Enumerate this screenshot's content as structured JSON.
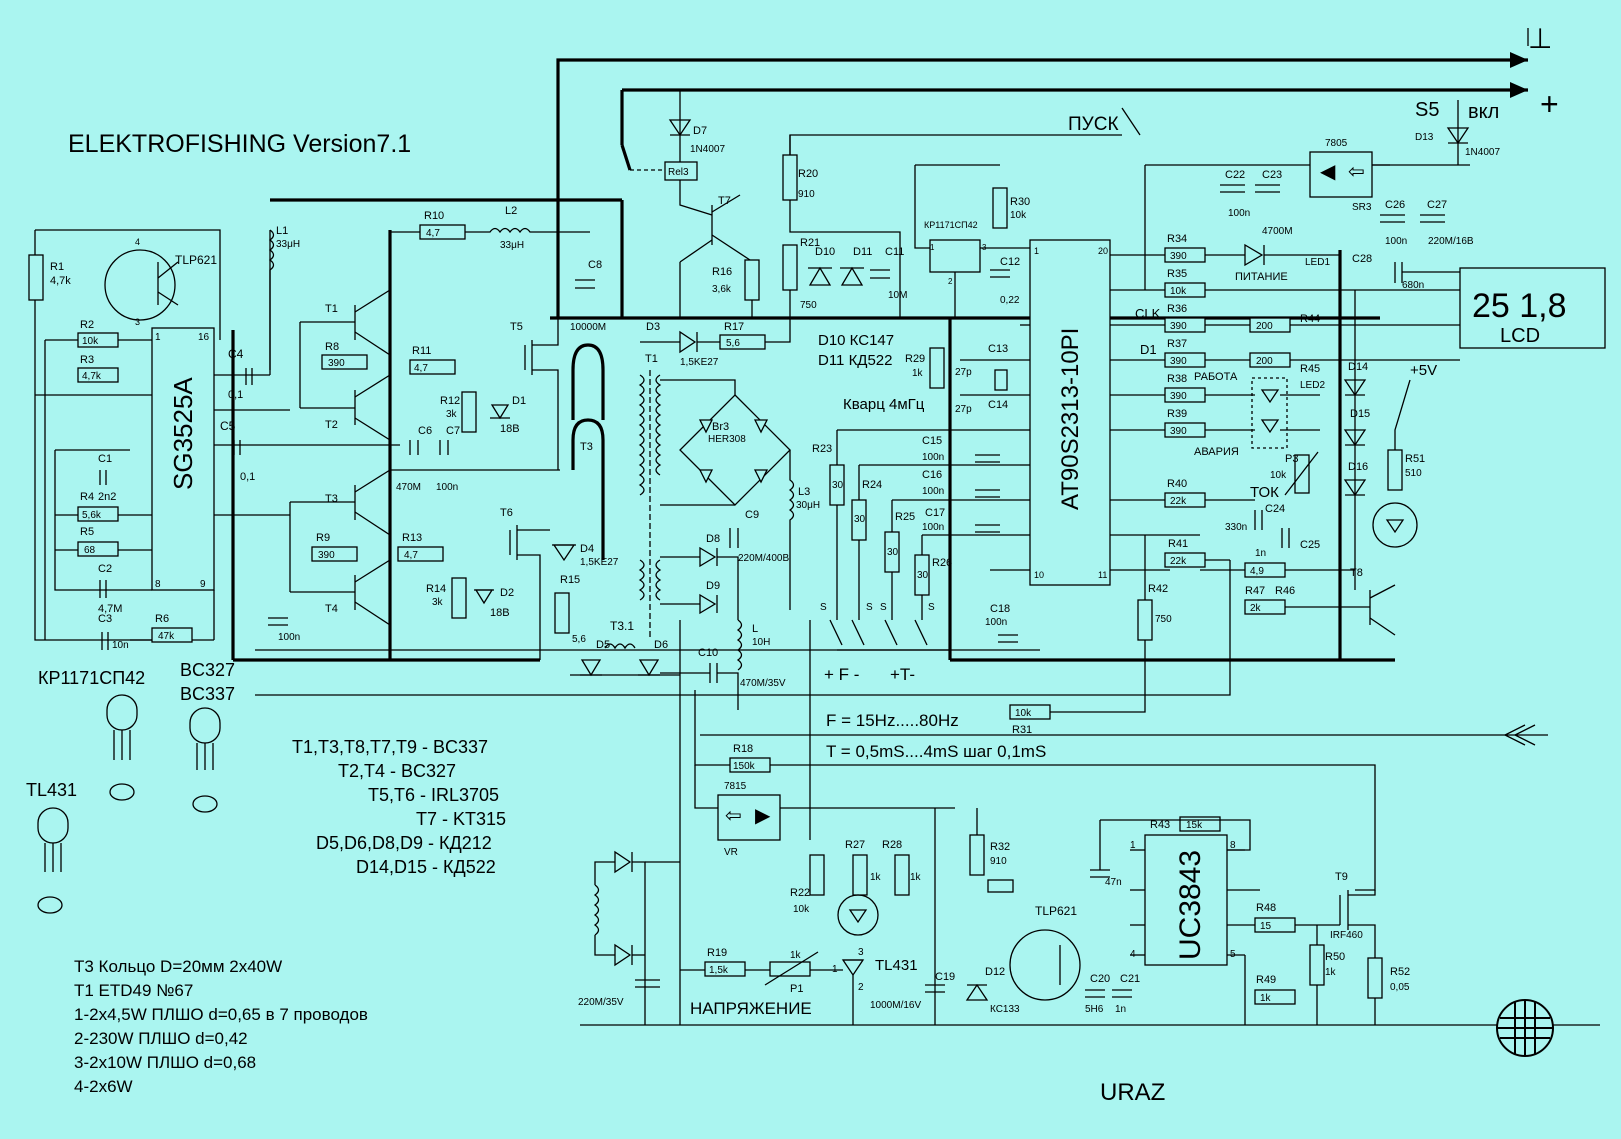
{
  "colors": {
    "background": "#aaf5f0",
    "ink": "#000000"
  },
  "title": "ELEKTROFISHING   Version7.1",
  "author": "URAZ",
  "ics": {
    "sg": "SG3525A",
    "mcu": "AT90S2313-10PI",
    "pwm": "UC3843",
    "reg_5v": "7805",
    "reg_15v": "7815",
    "reg_15v_sub": "VR",
    "sr": "SR3",
    "kr": "КР1171СП42",
    "tl431": "TL431"
  },
  "pins": {
    "sg_1": "1",
    "sg_16": "16",
    "sg_8": "8",
    "sg_9": "9",
    "mcu_1": "1",
    "mcu_20": "20",
    "mcu_10": "10",
    "mcu_11": "11",
    "uc_1": "1",
    "uc_8": "8",
    "uc_4": "4",
    "uc_5": "5",
    "kr_1": "1",
    "kr_2": "2",
    "kr_3": "3",
    "tlp_4": "4",
    "tlp_3": "3",
    "tl_1": "1",
    "tl_2": "2",
    "tl_3": "3"
  },
  "lcd": {
    "value": "25  1,8",
    "label": "LCD"
  },
  "power_labels": {
    "minus": "⊥",
    "plus": "+",
    "s5": "S5",
    "vkl": "вкл",
    "pusk": "ПУСК",
    "plus5v": "+5V"
  },
  "labels": {
    "r1": "R1",
    "r1v": "4,7k",
    "r2": "R2",
    "r2v": "10k",
    "r3": "R3",
    "r3v": "4,7k",
    "c1": "C1",
    "r4": "R4",
    "r4v1": "2n2",
    "r4v2": "5,6k",
    "r5": "R5",
    "r5v": "68",
    "c2": "C2",
    "c2v": "4,7M",
    "c3": "C3",
    "c3v": "10n",
    "r6": "R6",
    "r6v": "47k",
    "c4": "C4",
    "c4v": "0,1",
    "c5": "C5",
    "c5v": "0,1",
    "l1": "L1",
    "l1v": "33μH",
    "tlp621": "TLP621",
    "r10": "R10",
    "r10v": "4,7",
    "l2": "L2",
    "l2v": "33μH",
    "t1": "T1",
    "t2": "T2",
    "t3": "T3",
    "t4": "T4",
    "t5": "T5",
    "t6": "T6",
    "t7": "T7",
    "t8": "T8",
    "t9": "T9",
    "r8": "R8",
    "r8v": "390",
    "r11": "R11",
    "r11v": "4,7",
    "r12": "R12",
    "r12v": "3k",
    "d1": "D1",
    "d1v": "18В",
    "c6": "C6",
    "c6v": "470M",
    "c7": "C7",
    "c7v": "100n",
    "r9": "R9",
    "r9v": "390",
    "r13": "R13",
    "r13v": "4,7",
    "r14": "R14",
    "r14v": "3k",
    "d2": "D2",
    "d2v": "18В",
    "c8": "C8",
    "c8v": "10000M",
    "c100n": "100n",
    "d7": "D7",
    "d7v": "1N4007",
    "rel": "Rel3",
    "r16": "R16",
    "r16v": "3,6k",
    "r17": "R17",
    "r17v": "5,6",
    "d3": "D3",
    "d3v": "1,5KE27",
    "d4": "D4",
    "d4v": "1,5KE27",
    "r15": "R15",
    "tr1": "T1",
    "tr3": "T3",
    "br3": "Br3",
    "br3v": "HER308",
    "l3": "L3",
    "l3v": "30μH",
    "c9": "C9",
    "c9v": "220M/400В",
    "d8": "D8",
    "d9": "D9",
    "l": "L",
    "lv": "10H",
    "c10": "C10",
    "c10v": "470M/35V",
    "d5": "D5",
    "d5v": "5,6",
    "t31": "T3.1",
    "d6": "D6",
    "r20": "R20",
    "r20v": "910",
    "r21": "R21",
    "r21v": "750",
    "d10": "D10",
    "d11": "D11",
    "c11": "C11",
    "c11v": "10M",
    "d10note": "D10 КС147",
    "d11note": "D11 КД522",
    "r29": "R29",
    "r29v": "1k",
    "c13": "C13",
    "c14": "C14",
    "c27p1": "27p",
    "c27p2": "27p",
    "quartz": "Кварц 4мГц",
    "r30": "R30",
    "r30v": "10k",
    "c12": "C12",
    "c12v": "0,22",
    "c22": "C22",
    "c23": "C23",
    "c22v": "100n",
    "r23": "R23",
    "r23v": "30",
    "r24": "R24",
    "r24v": "30",
    "r25": "R25",
    "r25v": "30",
    "r26": "R26",
    "r26v": "30",
    "c15": "C15",
    "c15v": "100n",
    "c16": "C16",
    "c16v": "100n",
    "c17": "C17",
    "c17v": "100n",
    "c18": "C18",
    "c18v": "100n",
    "s": "S",
    "fbtn": "+ F -",
    "tbtn": "+T-",
    "r34": "R34",
    "r34v": "390",
    "r35": "R35",
    "r35v": "10k",
    "r36": "R36",
    "r36v": "390",
    "clk": "CLK",
    "r37": "R37",
    "r37v": "390",
    "d1sig": "D1",
    "r38": "R38",
    "r38v": "390",
    "r39": "R39",
    "r39v": "390",
    "r44": "R44",
    "r44v": "200",
    "r45": "R45",
    "r45v": "200",
    "rabota": "РАБОТА",
    "avaria": "АВАРИЯ",
    "led2": "LED2",
    "led1": "LED1",
    "pitanie": "ПИТАНИЕ",
    "led1v": "4700M",
    "c26": "C26",
    "c26v": "100n",
    "c27": "C27",
    "c27v": "220M/16В",
    "c28": "C28",
    "c28v": "680n",
    "d13": "D13",
    "d13v": "1N4007",
    "d14": "D14",
    "d15": "D15",
    "d16": "D16",
    "r51": "R51",
    "r51v": "510",
    "p3": "P3",
    "p3v": "10k",
    "tok": "ТОК",
    "r40": "R40",
    "r40v": "22k",
    "c24": "C24",
    "c24v": "330n",
    "c25": "C25",
    "c25v": "1n",
    "r41": "R41",
    "r41v": "22k",
    "r42": "R42",
    "r42v": "750",
    "r47": "R47",
    "r46": "R46",
    "r46v": "2k",
    "r49v": "4,9",
    "r31": "R31",
    "r31v": "10k",
    "r18": "R18",
    "r18v": "150k",
    "r22": "R22",
    "r22v": "10k",
    "r27": "R27",
    "r28": "R28",
    "r27v": "1k",
    "r28v": "1k",
    "r19": "R19",
    "r19v": "1,5k",
    "p1": "P1",
    "p1v": "1k",
    "napr": "НАПРЯЖЕНИЕ",
    "c19": "C19",
    "c19v": "1000M/16V",
    "vr220": "220M/35V",
    "r32": "R32",
    "r32v": "910",
    "d12": "D12",
    "d12v": "КС133",
    "c20": "C20",
    "c20v": "5Н6",
    "c21": "C21",
    "c21v": "1n",
    "r43": "R43",
    "r43v": "15k",
    "c47": "47n",
    "r48": "R48",
    "r48v": "15",
    "r49": "R49",
    "r49v2": "1k",
    "irf": "IRF460",
    "r50": "R50",
    "r50v": "1k",
    "r52": "R52",
    "r52v": "0,05"
  },
  "freq": "F = 15Hz.....80Hz",
  "period": "T = 0,5mS....4mS  шаг 0,1mS",
  "pkg": {
    "kr": "КР1171СП42",
    "bc327": "BC327",
    "bc337": "BC337",
    "tl431": "TL431"
  },
  "legend": [
    "T1,T3,T8,T7,T9 - BC337",
    "T2,T4 - BC327",
    "T5,T6 - IRL3705",
    "T7 - KT315",
    "D5,D6,D8,D9 - КД212",
    "D14,D15 - КД522"
  ],
  "notes": [
    "T3  Кольцо D=20мм  2х40W",
    "T1 ETD49 №67",
    "1-2х4,5W ПЛШО d=0,65 в 7 проводов",
    "2-230W ПЛШО d=0,42",
    "3-2х10W ПЛШО d=0,68",
    "4-2х6W"
  ]
}
